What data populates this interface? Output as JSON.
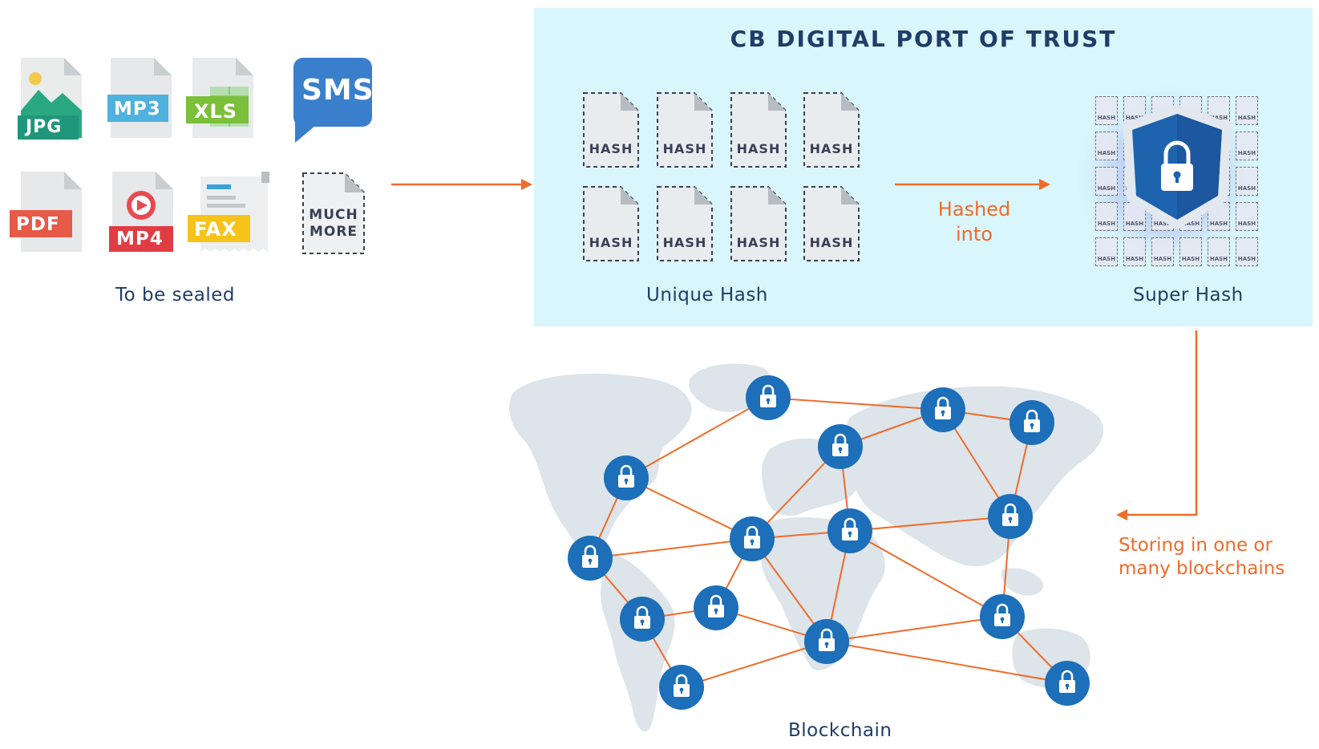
{
  "files": {
    "jpg": "JPG",
    "mp3": "MP3",
    "xls": "XLS",
    "sms": "SMS",
    "pdf": "PDF",
    "mp4": "MP4",
    "fax": "FAX",
    "much_more_line1": "MUCH",
    "much_more_line2": "MORE"
  },
  "captions": {
    "to_be_sealed": "To be sealed",
    "unique_hash": "Unique Hash",
    "super_hash": "Super Hash",
    "blockchain": "Blockchain"
  },
  "panel": {
    "title": "CB DIGITAL PORT OF TRUST"
  },
  "hash_label": "HASH",
  "arrows": {
    "hashed_into_line1": "Hashed",
    "hashed_into_line2": "into",
    "storing_line1": "Storing in one or",
    "storing_line2": "many blockchains"
  },
  "colors": {
    "accent_orange": "#ef6c2a",
    "navy_text": "#1f3d68",
    "panel_bg": "#d9f6fc",
    "node_blue": "#1c6fb8",
    "map_gray": "#dde4ea"
  }
}
